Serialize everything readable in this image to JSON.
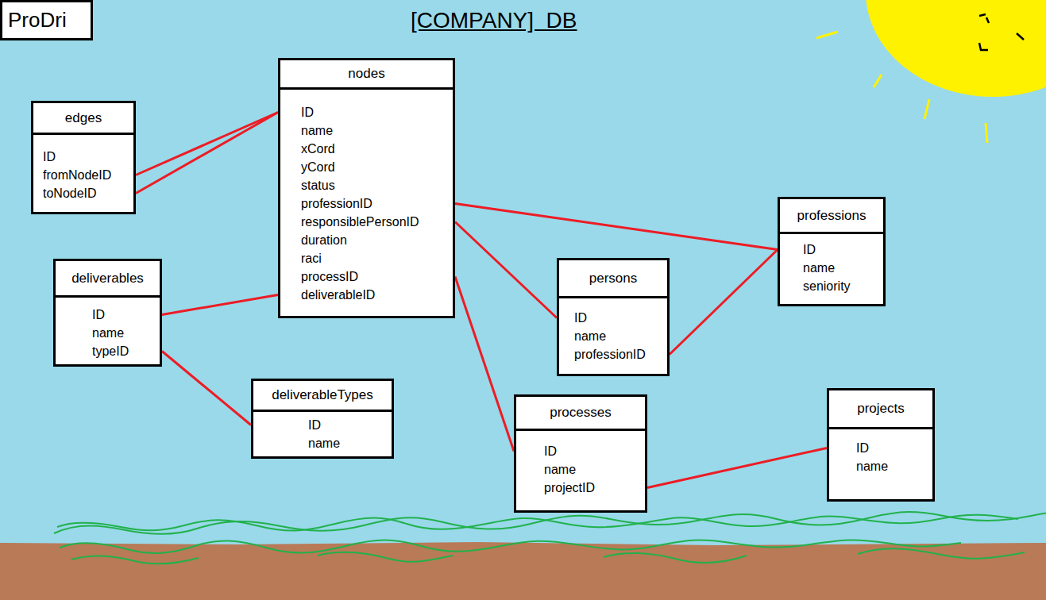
{
  "diagram": {
    "title": "[COMPANY]  DB",
    "nodes": [
      {
        "text": [
          "ProDri"
        ]
      },
      {
        "text": [
          "nodes",
          "ID",
          "name",
          "xCord",
          "yCord",
          "status",
          "professionID",
          "responsiblePersonID",
          "duration",
          "raci",
          "processID",
          "deliverableID"
        ]
      },
      {
        "text": [
          "edges",
          "ID",
          "fromNodeID",
          "toNodeID"
        ]
      },
      {
        "text": [
          "deliverables",
          "ID",
          "name",
          "typeID"
        ]
      },
      {
        "text": [
          "professions",
          "ID",
          "name",
          "seniority"
        ]
      },
      {
        "text": [
          "persons",
          "ID",
          "name",
          "professionID"
        ]
      },
      {
        "text": [
          "deliverableTypes",
          "ID",
          "name"
        ]
      },
      {
        "text": [
          "processes",
          "ID",
          "name",
          "projectID"
        ]
      },
      {
        "text": [
          "projects",
          "ID",
          "name"
        ]
      }
    ],
    "edges": [
      {
        "from": 2,
        "to": 1,
        "arrow": "none"
      },
      {
        "from": 2,
        "to": 1,
        "arrow": "none"
      },
      {
        "from": 3,
        "to": 1,
        "arrow": "none"
      },
      {
        "from": 3,
        "to": 6,
        "arrow": "none"
      },
      {
        "from": 1,
        "to": 4,
        "arrow": "none"
      },
      {
        "from": 1,
        "to": 5,
        "arrow": "none"
      },
      {
        "from": 1,
        "to": 7,
        "arrow": "none"
      },
      {
        "from": 5,
        "to": 4,
        "arrow": "none"
      },
      {
        "from": 7,
        "to": 8,
        "arrow": "none"
      }
    ]
  }
}
